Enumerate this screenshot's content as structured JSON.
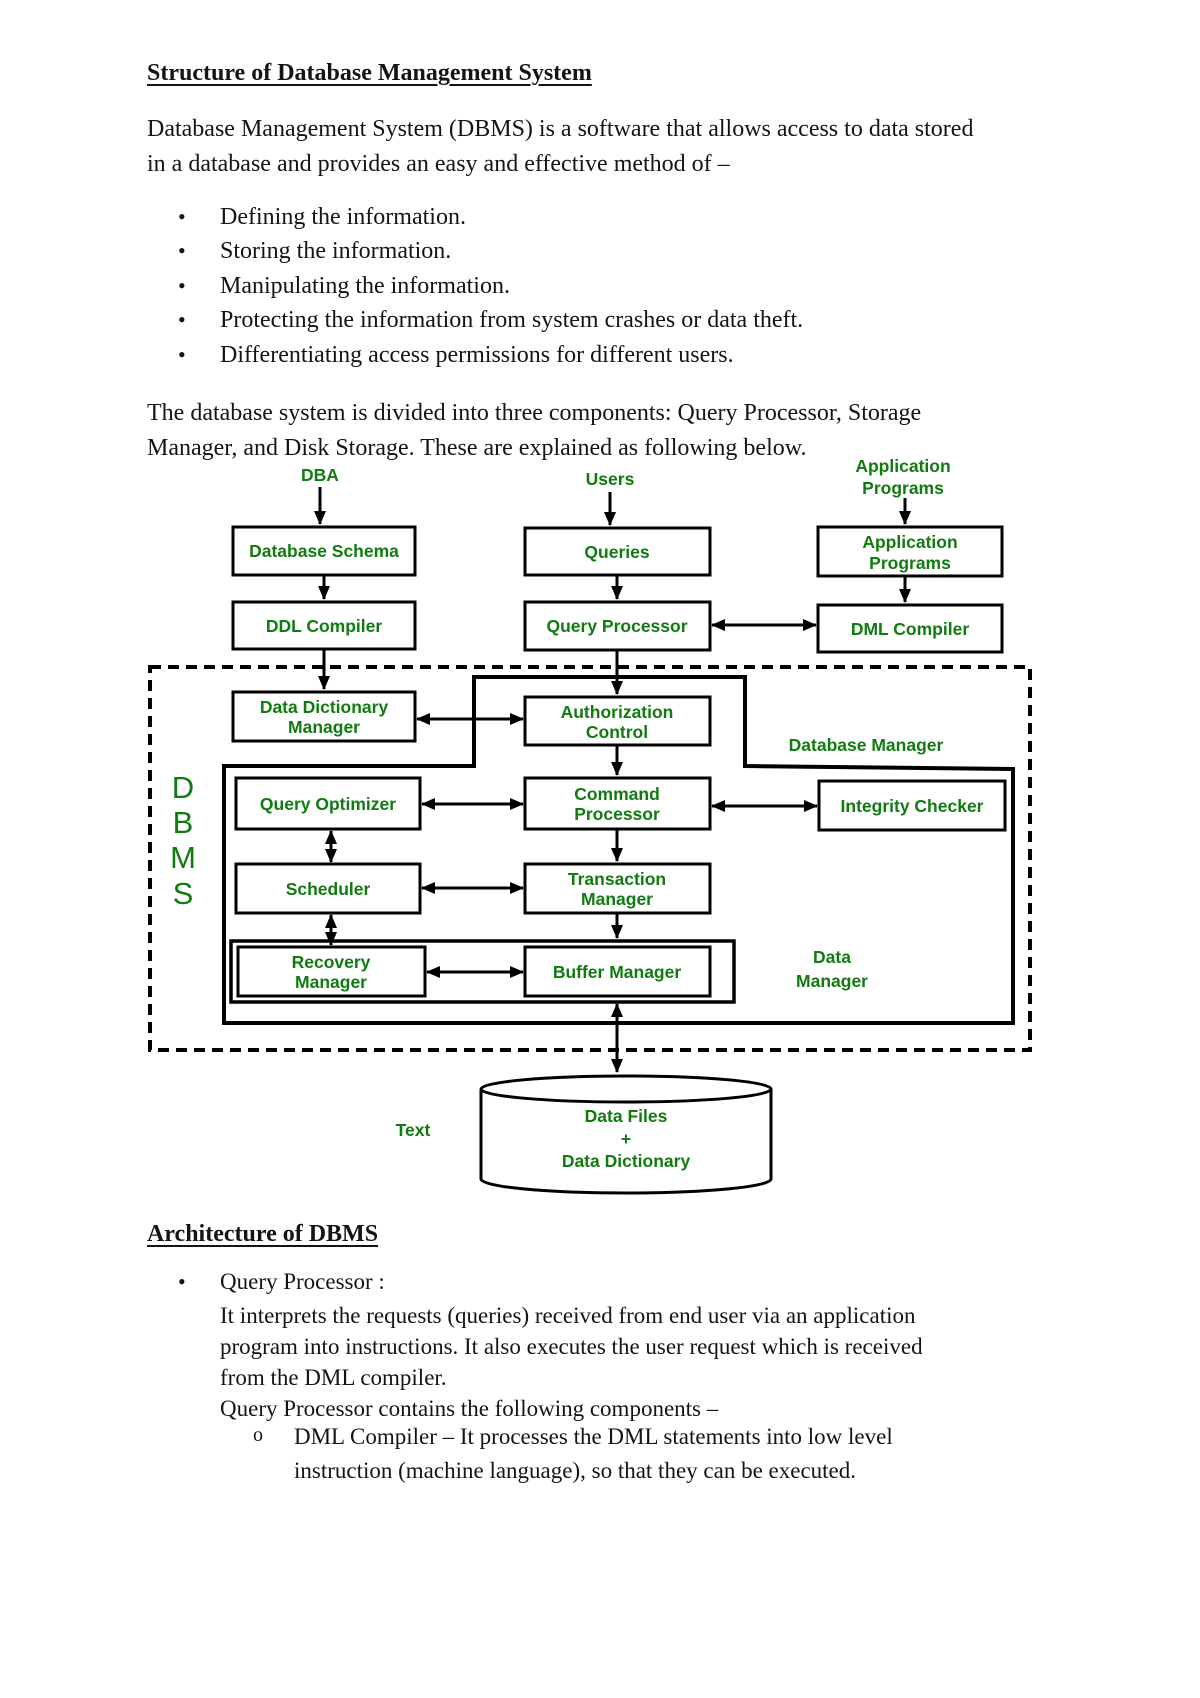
{
  "page": {
    "title": "Structure of Database Management System",
    "bullet_marker": "•",
    "sub_marker": "o",
    "intro": {
      "line1": "Database Management System (DBMS) is a software that allows access to data stored",
      "line2": "in a database and provides an easy and effective method of –"
    },
    "bullets": [
      "Defining the information.",
      "Storing the information.",
      "Manipulating the information.",
      "Protecting the information from system crashes or data theft.",
      "Differentiating access permissions for different users."
    ],
    "para2": {
      "line1": "The database system is divided into three components: Query Processor, Storage",
      "line2": "Manager, and Disk Storage. These are explained as following below."
    },
    "section2": {
      "heading": "Architecture of DBMS",
      "item_title": "Query Processor :",
      "lines": [
        "It interprets the requests (queries) received from end user via an application",
        "program into instructions. It also executes the user request which is received",
        "from the DML compiler.",
        "Query Processor contains the following components –"
      ],
      "sub": [
        "DML Compiler – It processes the DML statements into low level",
        "instruction (machine language), so that they can be executed."
      ]
    }
  },
  "diagram": {
    "colors": {
      "green": "#117b11",
      "black": "#000000"
    },
    "top_labels": {
      "dba": "DBA",
      "users": "Users",
      "app_l1": "Application",
      "app_l2": "Programs"
    },
    "boxes": {
      "database_schema": "Database Schema",
      "queries": "Queries",
      "app_l1": "Application",
      "app_l2": "Programs",
      "ddl_compiler": "DDL Compiler",
      "query_processor": "Query Processor",
      "dml_compiler": "DML Compiler",
      "ddm_l1": "Data Dictionary",
      "ddm_l2": "Manager",
      "auth_l1": "Authorization",
      "auth_l2": "Control",
      "query_optimizer": "Query Optimizer",
      "cmd_l1": "Command",
      "cmd_l2": "Processor",
      "integrity_checker": "Integrity Checker",
      "scheduler": "Scheduler",
      "tm_l1": "Transaction",
      "tm_l2": "Manager",
      "rm_l1": "Recovery",
      "rm_l2": "Manager",
      "buffer_manager": "Buffer Manager"
    },
    "regions": {
      "database_manager": "Database Manager",
      "data_l1": "Data",
      "data_l2": "Manager",
      "dbms_d": "D",
      "dbms_b": "B",
      "dbms_m": "M",
      "dbms_s": "S",
      "text_label": "Text"
    },
    "cylinder": {
      "l1": "Data Files",
      "l2": "+",
      "l3": "Data Dictionary"
    }
  }
}
